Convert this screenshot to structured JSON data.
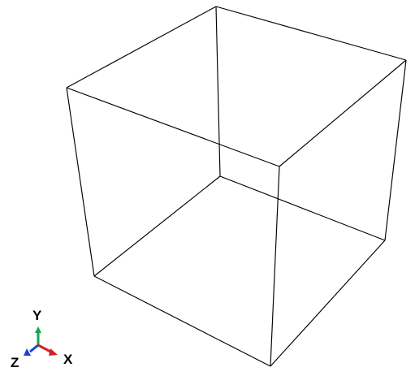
{
  "view": {
    "background": "#ffffff",
    "model": "wireframe-cube",
    "edge_color": "#000000"
  },
  "triad": {
    "x": {
      "label": "X",
      "color": "#d61f1f"
    },
    "y": {
      "label": "Y",
      "color": "#16a34a"
    },
    "z": {
      "label": "Z",
      "color": "#1f3fd6"
    }
  }
}
